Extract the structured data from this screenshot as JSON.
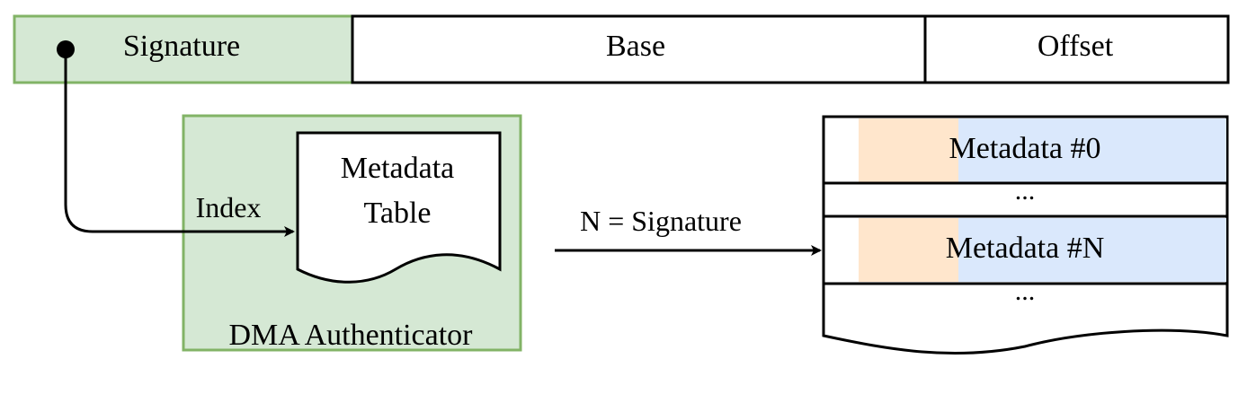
{
  "pointer": {
    "signature_label": "Signature",
    "base_label": "Base",
    "offset_label": "Offset"
  },
  "authenticator": {
    "label": "DMA Authenticator",
    "table_line1": "Metadata",
    "table_line2": "Table",
    "index_label": "Index"
  },
  "connector": {
    "label": "N = Signature"
  },
  "metadata_list": {
    "rows": [
      {
        "label": "Metadata #0"
      },
      {
        "label": "..."
      },
      {
        "label": "Metadata #N"
      },
      {
        "label": "..."
      }
    ]
  },
  "colors": {
    "green_fill": "#d5e8d4",
    "green_stroke": "#82b366",
    "orange_fill": "#ffe6cc",
    "blue_fill": "#dae8fc",
    "line": "#000000"
  }
}
